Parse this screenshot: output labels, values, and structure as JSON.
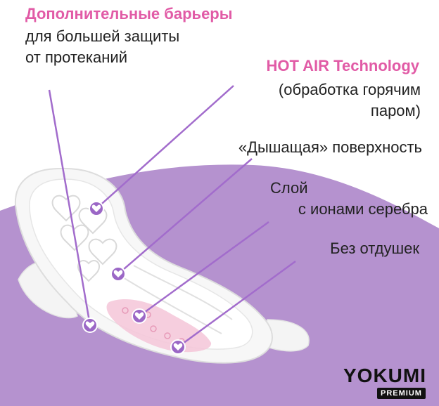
{
  "callouts": {
    "barriers": {
      "title": "Дополнительные барьеры",
      "line1": "для большей защиты",
      "line2": "от протеканий"
    },
    "hot_air": {
      "title": "HOT AIR Technology",
      "line1": "(обработка горячим",
      "line2": "паром)"
    },
    "breathable": {
      "text": "«Дышащая» поверхность"
    },
    "silver": {
      "line1": "Слой",
      "line2": "с ионами серебра"
    },
    "fragrance": {
      "text": "Без отдушек"
    }
  },
  "brand": {
    "name": "YOKUMI",
    "sub": "PREMIUM"
  },
  "colors": {
    "accent": "#e15ba6",
    "purple": "#b592cf",
    "line": "#a26ccc",
    "marker": "#9b67c6"
  },
  "icons": [
    "heart-marker-icon",
    "heart-marker-icon",
    "heart-marker-icon",
    "heart-marker-icon",
    "heart-marker-icon"
  ]
}
